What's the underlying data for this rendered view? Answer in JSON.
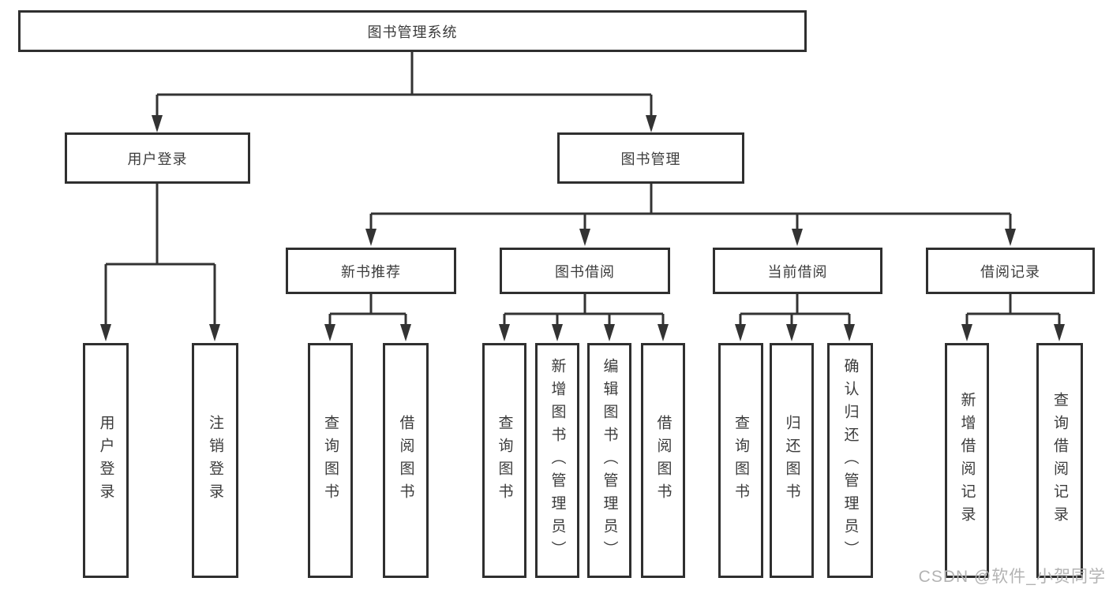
{
  "diagram": {
    "watermark": "CSDN @软件_小贺同学",
    "colors": {
      "line": "#333333",
      "box_border": "#2f2f2f",
      "box_fill": "#ffffff",
      "text": "#3c3c3c",
      "watermark": "#b3b3b3",
      "background": "#ffffff"
    },
    "tree": {
      "root": {
        "label": "图书管理系统",
        "children": [
          {
            "label": "用户登录",
            "children": [
              {
                "label": "用户登录"
              },
              {
                "label": "注销登录"
              }
            ]
          },
          {
            "label": "图书管理",
            "children": [
              {
                "label": "新书推荐",
                "children": [
                  {
                    "label": "查询图书"
                  },
                  {
                    "label": "借阅图书"
                  }
                ]
              },
              {
                "label": "图书借阅",
                "children": [
                  {
                    "label": "查询图书"
                  },
                  {
                    "label": "新增图书（管理员）"
                  },
                  {
                    "label": "编辑图书（管理员）"
                  },
                  {
                    "label": "借阅图书"
                  }
                ]
              },
              {
                "label": "当前借阅",
                "children": [
                  {
                    "label": "查询图书"
                  },
                  {
                    "label": "归还图书"
                  },
                  {
                    "label": "确认归还（管理员）"
                  }
                ]
              },
              {
                "label": "借阅记录",
                "children": [
                  {
                    "label": "新增借阅记录"
                  },
                  {
                    "label": "查询借阅记录"
                  }
                ]
              }
            ]
          }
        ]
      }
    }
  }
}
